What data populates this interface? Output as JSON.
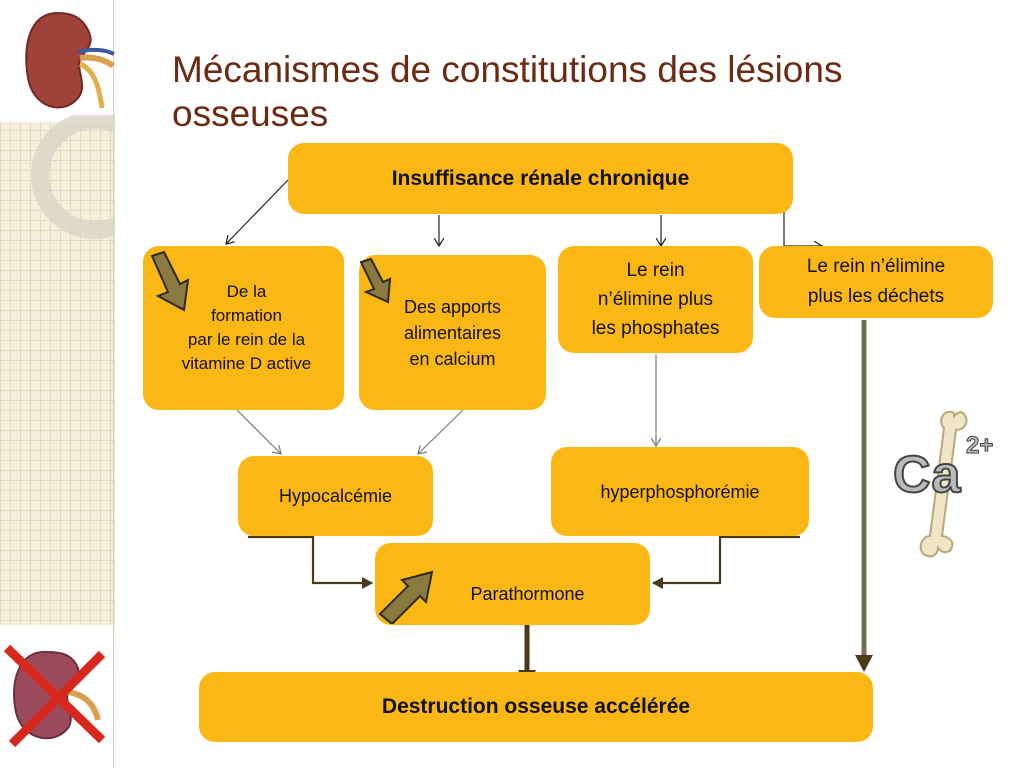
{
  "slide": {
    "title": "Mécanismes de constitutions des lésions osseuses"
  },
  "nodes": {
    "irc": "Insuffisance rénale chronique",
    "vitd": "De la\nformation\npar le rein de la\nvitamine D active",
    "calcium": "Des apports\nalimentaires\nen calcium",
    "phosphates": "Le rein\nn’élimine plus\nles phosphates",
    "dechets": "Le rein n’élimine\nplus les déchets",
    "hypocalcemie": "Hypocalcémie",
    "hyperphos": "hyperphosphorémie",
    "pth": "Parathormone",
    "destruction": "Destruction osseuse accélérée"
  },
  "decor": {
    "ca_label": "Ca",
    "ca_superscript": "2+",
    "icons": [
      "kidney-icon",
      "crossed-kidney-icon",
      "bone-icon"
    ],
    "colors": {
      "box_fill": "#fbb713",
      "title": "#6b2a12",
      "trend_arrow": "#8a7a3f",
      "connector": "#4a3a1c"
    }
  }
}
